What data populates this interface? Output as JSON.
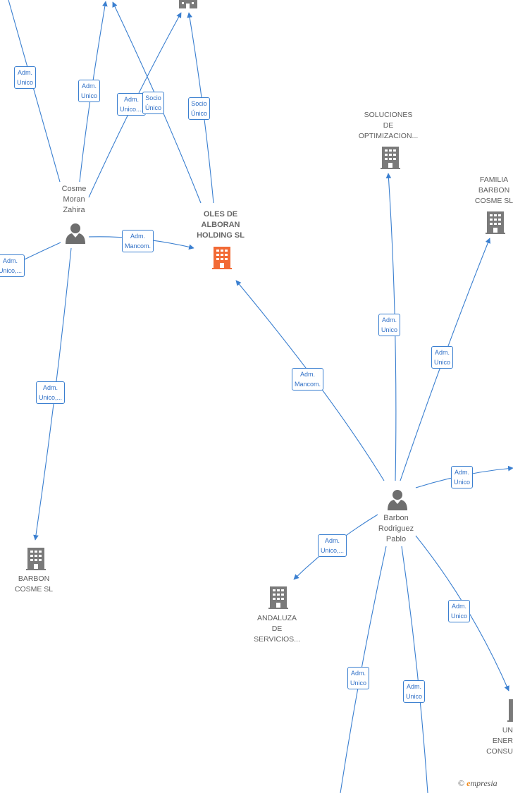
{
  "nodes": {
    "oles": {
      "lines": [
        "OLES DE",
        "ALBORAN",
        "HOLDING  SL"
      ]
    },
    "cosme_moran": {
      "lines": [
        "Cosme",
        "Moran",
        "Zahira"
      ]
    },
    "barbon_rodriguez": {
      "lines": [
        "Barbon",
        "Rodriguez",
        "Pablo"
      ]
    },
    "soluciones": {
      "lines": [
        "SOLUCIONES",
        "DE",
        "OPTIMIZACION..."
      ]
    },
    "familia_barbon": {
      "lines": [
        "FAMILIA",
        "BARBON",
        "COSME  SL"
      ]
    },
    "barbon_cosme": {
      "lines": [
        "BARBON",
        "COSME SL"
      ]
    },
    "andaluza": {
      "lines": [
        "ANDALUZA",
        "DE",
        "SERVICIOS..."
      ]
    },
    "union_energ": {
      "lines": [
        "UN",
        "ENER",
        "CONSU"
      ]
    }
  },
  "edges": {
    "e1": [
      "Adm.",
      "Unico"
    ],
    "e2": [
      "Adm.",
      "Unico"
    ],
    "e3": [
      "Adm.",
      "Unico...."
    ],
    "e4": [
      "Socio",
      "Único"
    ],
    "e5": [
      "Socio",
      "Único"
    ],
    "e6": [
      "Adm.",
      "Mancom."
    ],
    "e7": [
      "Adm.",
      "Unico,..."
    ],
    "e8": [
      "Adm.",
      "Unico,..."
    ],
    "e9": [
      "Adm.",
      "Mancom."
    ],
    "e10": [
      "Adm.",
      "Unico"
    ],
    "e11": [
      "Adm.",
      "Unico"
    ],
    "e12": [
      "Adm.",
      "Unico"
    ],
    "e13": [
      "Adm.",
      "Unico,..."
    ],
    "e14": [
      "Adm.",
      "Unico"
    ],
    "e15": [
      "Adm.",
      "Unico"
    ],
    "e16": [
      "Adm.",
      "Unico"
    ]
  },
  "footer": {
    "copyright": "©",
    "brand_initial": "e",
    "brand_rest": "mpresia"
  },
  "colors": {
    "edge": "#3a7fd0",
    "company": "#7a7a7a",
    "company_main": "#f26a35",
    "person": "#6e6e6e"
  }
}
